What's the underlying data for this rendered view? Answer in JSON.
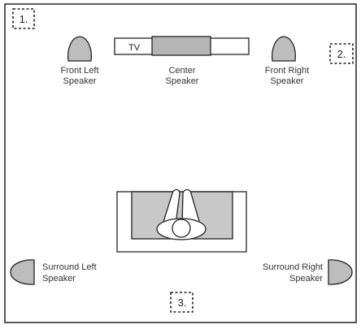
{
  "room_diagram": {
    "tv_label": "TV",
    "speakers": {
      "front_left": {
        "line1": "Front Left",
        "line2": "Speaker"
      },
      "center": {
        "line1": "Center",
        "line2": "Speaker"
      },
      "front_right": {
        "line1": "Front Right",
        "line2": "Speaker"
      },
      "surround_left": {
        "line1": "Surround Left",
        "line2": "Speaker"
      },
      "surround_right": {
        "line1": "Surround Right",
        "line2": "Speaker"
      }
    },
    "positions": [
      "1.",
      "2.",
      "3."
    ],
    "colors": {
      "speaker_fill": "#bdbdbd",
      "outline": "#222222",
      "couch_fill": "#c8c8c8",
      "tv_screen": "#b5b5b5"
    }
  }
}
